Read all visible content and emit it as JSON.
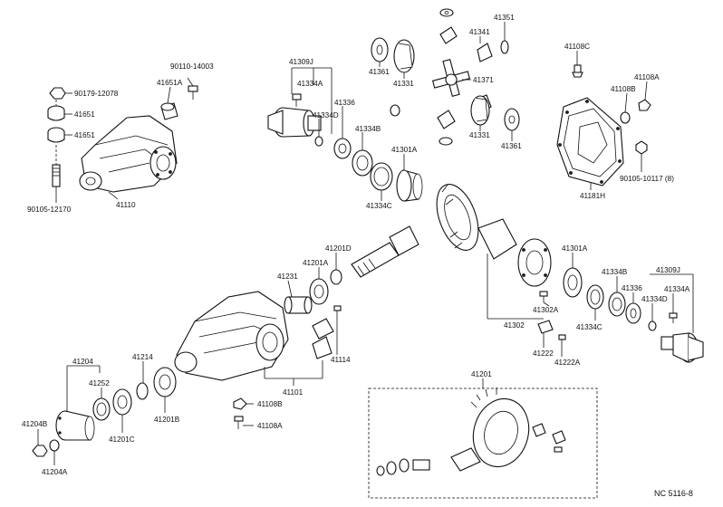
{
  "diagram_code": "NC 5116-8",
  "labels": {
    "p90110_14003": "90110-14003",
    "p41651A": "41651A",
    "p90179_12078": "90179-12078",
    "p41651_a": "41651",
    "p41651_b": "41651",
    "p90105_12170": "90105-12170",
    "p41110": "41110",
    "p41309J_top": "41309J",
    "p41334A_top": "41334A",
    "p41336_top": "41336",
    "p41334D_top": "41334D",
    "p41334B_top": "41334B",
    "p41301A_top": "41301A",
    "p41334C_top": "41334C",
    "p41361_a": "41361",
    "p41331_a": "41331",
    "p41341": "41341",
    "p41351": "41351",
    "p41371": "41371",
    "p41331_b": "41331",
    "p41361_b": "41361",
    "p41108C": "41108C",
    "p41108A_top": "41108A",
    "p41108B_top": "41108B",
    "p90105_10117": "90105-10117 (8)",
    "p41181H": "41181H",
    "p41201D": "41201D",
    "p41201A": "41201A",
    "p41231": "41231",
    "p41114": "41114",
    "p41101": "41101",
    "p41214": "41214",
    "p41204": "41204",
    "p41252": "41252",
    "p41201B": "41201B",
    "p41201C": "41201C",
    "p41204B": "41204B",
    "p41204A": "41204A",
    "p41108B_bot": "41108B",
    "p41108A_bot": "41108A",
    "p41301A_right": "41301A",
    "p41302A": "41302A",
    "p41302": "41302",
    "p41222": "41222",
    "p41222A": "41222A",
    "p41334C_right": "41334C",
    "p41334B_right": "41334B",
    "p41309J_right": "41309J",
    "p41336_right": "41336",
    "p41334A_right": "41334A",
    "p41334D_right": "41334D",
    "p41201": "41201"
  }
}
